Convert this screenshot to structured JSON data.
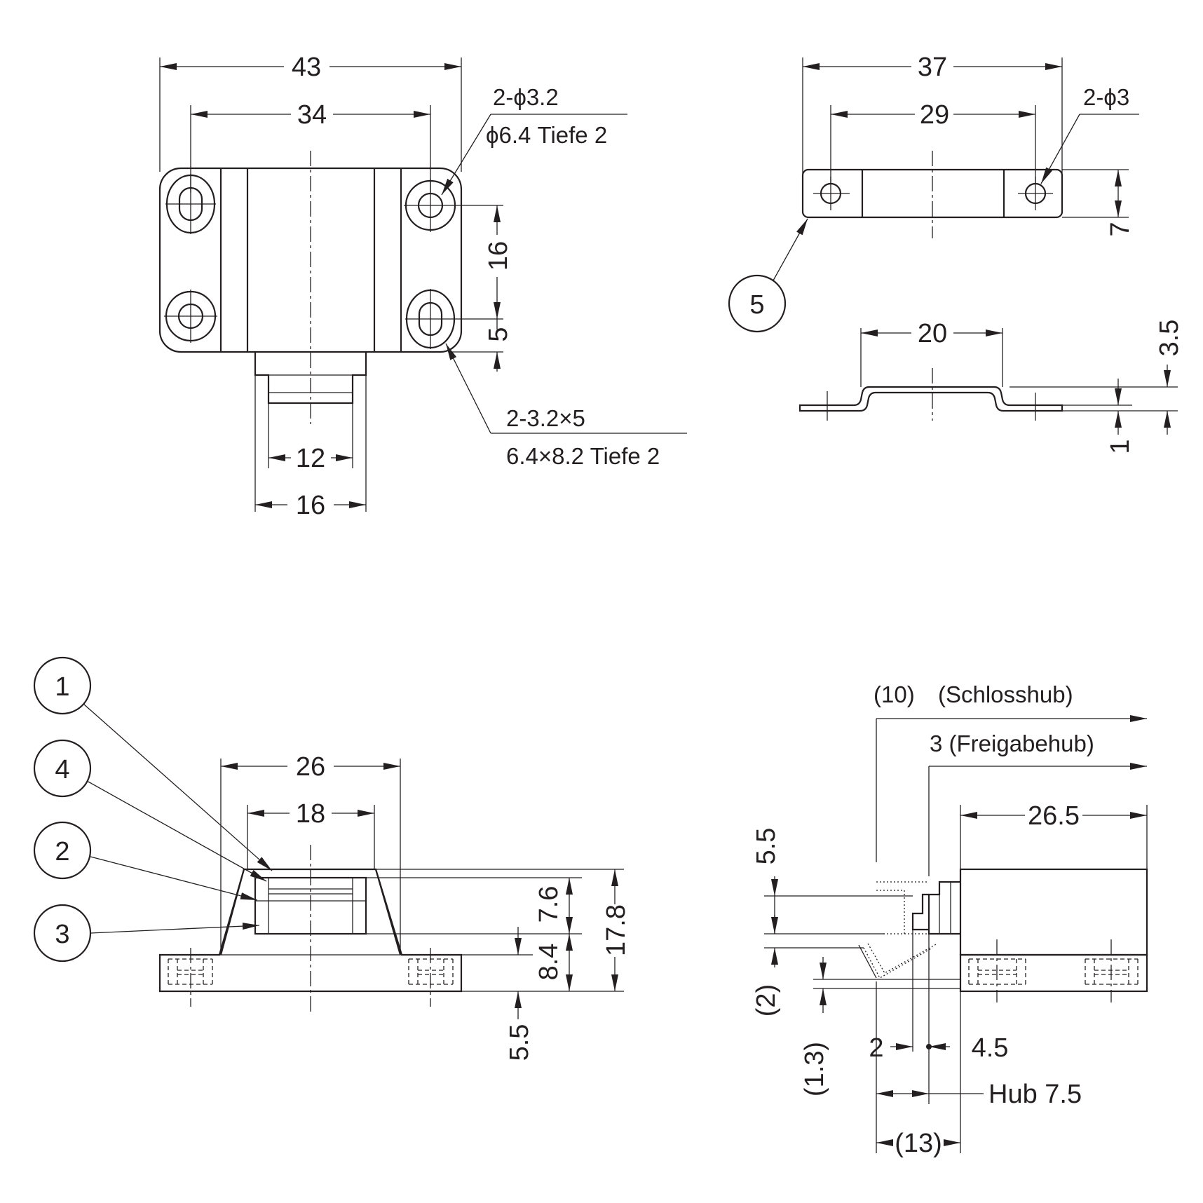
{
  "view_top_left": {
    "dim_43": "43",
    "dim_34": "34",
    "hole_note_line1": "2-ϕ3.2",
    "hole_note_line2": "ϕ6.4 Tiefe 2",
    "dim_16_vertical": "16",
    "dim_5": "5",
    "slot_note_line1": "2-3.2×5",
    "slot_note_line2": "6.4×8.2 Tiefe 2",
    "dim_12": "12",
    "dim_16": "16"
  },
  "view_top_right": {
    "dim_37": "37",
    "dim_29": "29",
    "hole_note": "2-ϕ3",
    "dim_7": "7",
    "balloon_5": "5",
    "dim_20": "20",
    "dim_3_5": "3.5",
    "dim_1": "1"
  },
  "view_bottom_left": {
    "balloon_1": "1",
    "balloon_4": "4",
    "balloon_2": "2",
    "balloon_3": "3",
    "dim_26": "26",
    "dim_18": "18",
    "dim_7_6": "7.6",
    "dim_8_4": "8.4",
    "dim_17_8": "17.8",
    "dim_5_5": "5.5"
  },
  "view_bottom_right": {
    "lock_stroke_value": "(10)",
    "lock_stroke_label": "(Schlosshub)",
    "release_stroke": "3 (Freigabehub)",
    "dim_26_5": "26.5",
    "dim_5_5": "5.5",
    "dim_2_paren": "(2)",
    "dim_1_3_paren": "(1.3)",
    "dim_2": "2",
    "dim_4_5": "4.5",
    "stroke_label": "Hub 7.5",
    "dim_13_paren": "(13)"
  }
}
